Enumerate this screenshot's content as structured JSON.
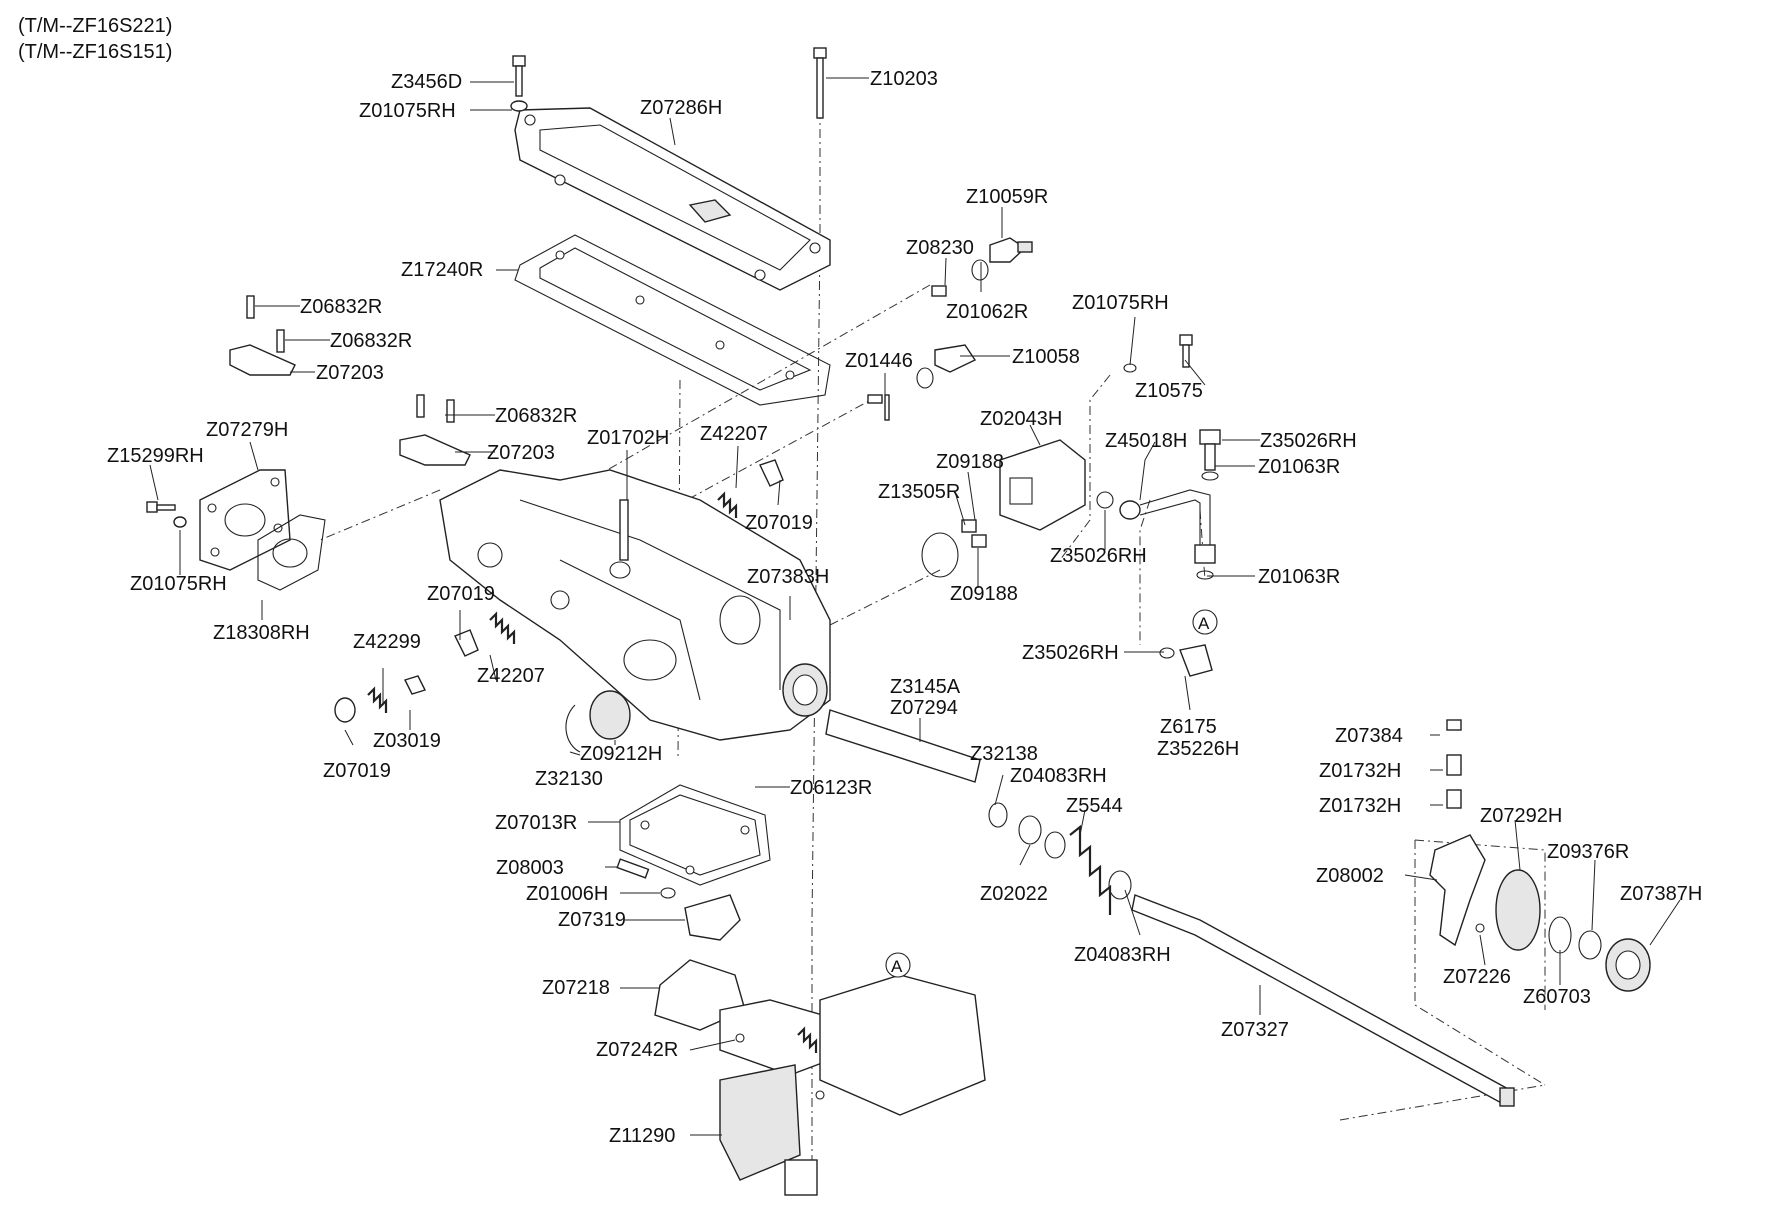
{
  "header": {
    "models": [
      "(T/M--ZF16S221)",
      "(T/M--ZF16S151)"
    ]
  },
  "callouts": [
    {
      "id": "c01",
      "text": "Z3456D"
    },
    {
      "id": "c02",
      "text": "Z01075RH"
    },
    {
      "id": "c03",
      "text": "Z07286H"
    },
    {
      "id": "c04",
      "text": "Z10203"
    },
    {
      "id": "c05",
      "text": "Z10059R"
    },
    {
      "id": "c06",
      "text": "Z08230"
    },
    {
      "id": "c07",
      "text": "Z17240R"
    },
    {
      "id": "c08",
      "text": "Z01062R"
    },
    {
      "id": "c09",
      "text": "Z06832R"
    },
    {
      "id": "c10",
      "text": "Z06832R"
    },
    {
      "id": "c11",
      "text": "Z07203"
    },
    {
      "id": "c12",
      "text": "Z01075RH"
    },
    {
      "id": "c13",
      "text": "Z10058"
    },
    {
      "id": "c14",
      "text": "Z01446"
    },
    {
      "id": "c15",
      "text": "Z10575"
    },
    {
      "id": "c16",
      "text": "Z06832R"
    },
    {
      "id": "c17",
      "text": "Z07279H"
    },
    {
      "id": "c18",
      "text": "Z02043H"
    },
    {
      "id": "c19",
      "text": "Z07203"
    },
    {
      "id": "c20",
      "text": "Z01702H"
    },
    {
      "id": "c21",
      "text": "Z42207"
    },
    {
      "id": "c22",
      "text": "Z45018H"
    },
    {
      "id": "c23",
      "text": "Z35026RH"
    },
    {
      "id": "c24",
      "text": "Z15299RH"
    },
    {
      "id": "c25",
      "text": "Z09188"
    },
    {
      "id": "c26",
      "text": "Z01063R"
    },
    {
      "id": "c27",
      "text": "Z13505R"
    },
    {
      "id": "c28",
      "text": "Z07019"
    },
    {
      "id": "c29",
      "text": "Z35026RH"
    },
    {
      "id": "c30",
      "text": "Z01075RH"
    },
    {
      "id": "c31",
      "text": "Z09188"
    },
    {
      "id": "c32",
      "text": "Z01063R"
    },
    {
      "id": "c33",
      "text": "Z07383H"
    },
    {
      "id": "c34",
      "text": "Z07019"
    },
    {
      "id": "c35",
      "text": "Z18308RH"
    },
    {
      "id": "c36",
      "text": "Z42299"
    },
    {
      "id": "c37",
      "text": "Z35026RH"
    },
    {
      "id": "c38",
      "text": "Z42207"
    },
    {
      "id": "c39",
      "text": "Z3145A"
    },
    {
      "id": "c40",
      "text": "Z07294"
    },
    {
      "id": "c41",
      "text": "Z6175"
    },
    {
      "id": "c42",
      "text": "Z35226H"
    },
    {
      "id": "c43",
      "text": "Z07384"
    },
    {
      "id": "c44",
      "text": "Z03019"
    },
    {
      "id": "c45",
      "text": "Z09212H"
    },
    {
      "id": "c46",
      "text": "Z32138"
    },
    {
      "id": "c47",
      "text": "Z07019"
    },
    {
      "id": "c48",
      "text": "Z04083RH"
    },
    {
      "id": "c49",
      "text": "Z01732H"
    },
    {
      "id": "c50",
      "text": "Z32130"
    },
    {
      "id": "c51",
      "text": "Z06123R"
    },
    {
      "id": "c52",
      "text": "Z01732H"
    },
    {
      "id": "c53",
      "text": "Z5544"
    },
    {
      "id": "c54",
      "text": "Z07013R"
    },
    {
      "id": "c55",
      "text": "Z07292H"
    },
    {
      "id": "c56",
      "text": "Z08003"
    },
    {
      "id": "c57",
      "text": "Z09376R"
    },
    {
      "id": "c58",
      "text": "Z02022"
    },
    {
      "id": "c59",
      "text": "Z08002"
    },
    {
      "id": "c60",
      "text": "Z07387H"
    },
    {
      "id": "c61",
      "text": "Z01006H"
    },
    {
      "id": "c62",
      "text": "Z07319"
    },
    {
      "id": "c63",
      "text": "Z04083RH"
    },
    {
      "id": "c64",
      "text": "Z07226"
    },
    {
      "id": "c65",
      "text": "Z60703"
    },
    {
      "id": "c66",
      "text": "Z07218"
    },
    {
      "id": "c67",
      "text": "Z07327"
    },
    {
      "id": "c68",
      "text": "Z07242R"
    },
    {
      "id": "c69",
      "text": "Z11290"
    }
  ],
  "reference_marks": [
    {
      "id": "m1",
      "text": "A"
    },
    {
      "id": "m2",
      "text": "A"
    }
  ]
}
